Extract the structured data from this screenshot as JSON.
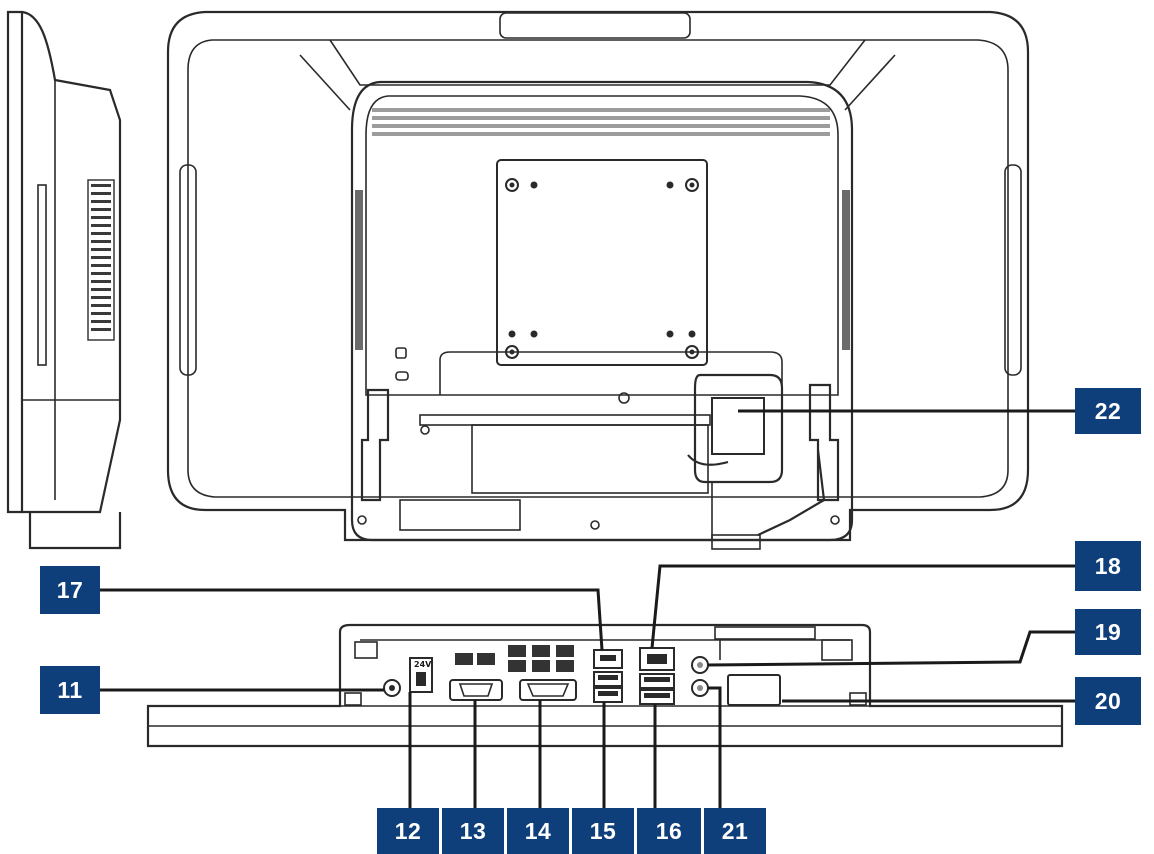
{
  "callouts": {
    "c11": "11",
    "c12": "12",
    "c13": "13",
    "c14": "14",
    "c15": "15",
    "c16": "16",
    "c17": "17",
    "c18": "18",
    "c19": "19",
    "c20": "20",
    "c21": "21",
    "c22": "22"
  },
  "labels": {
    "voltage": "24V"
  },
  "colors": {
    "callout_bg": "#0f3f7a",
    "callout_text": "#ffffff",
    "line_art": "#2a2a2a"
  }
}
